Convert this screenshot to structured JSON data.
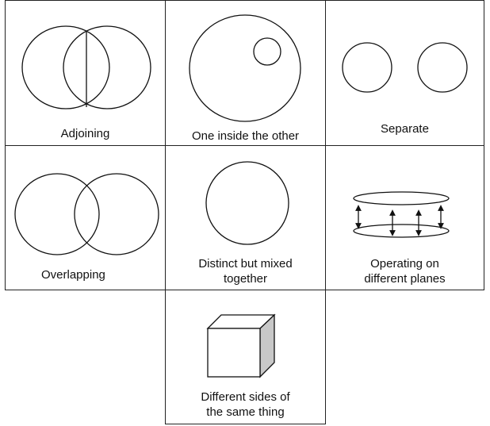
{
  "panels": {
    "adjoining": {
      "label": "Adjoining"
    },
    "inside": {
      "label": "One inside the other"
    },
    "separate": {
      "label": "Separate"
    },
    "overlapping": {
      "label": "Overlapping"
    },
    "mixed": {
      "label_line1": "Distinct but mixed",
      "label_line2": "together"
    },
    "planes": {
      "label_line1": "Operating on",
      "label_line2": "different planes"
    },
    "sides": {
      "label_line1": "Different sides of",
      "label_line2": "the same thing"
    }
  }
}
